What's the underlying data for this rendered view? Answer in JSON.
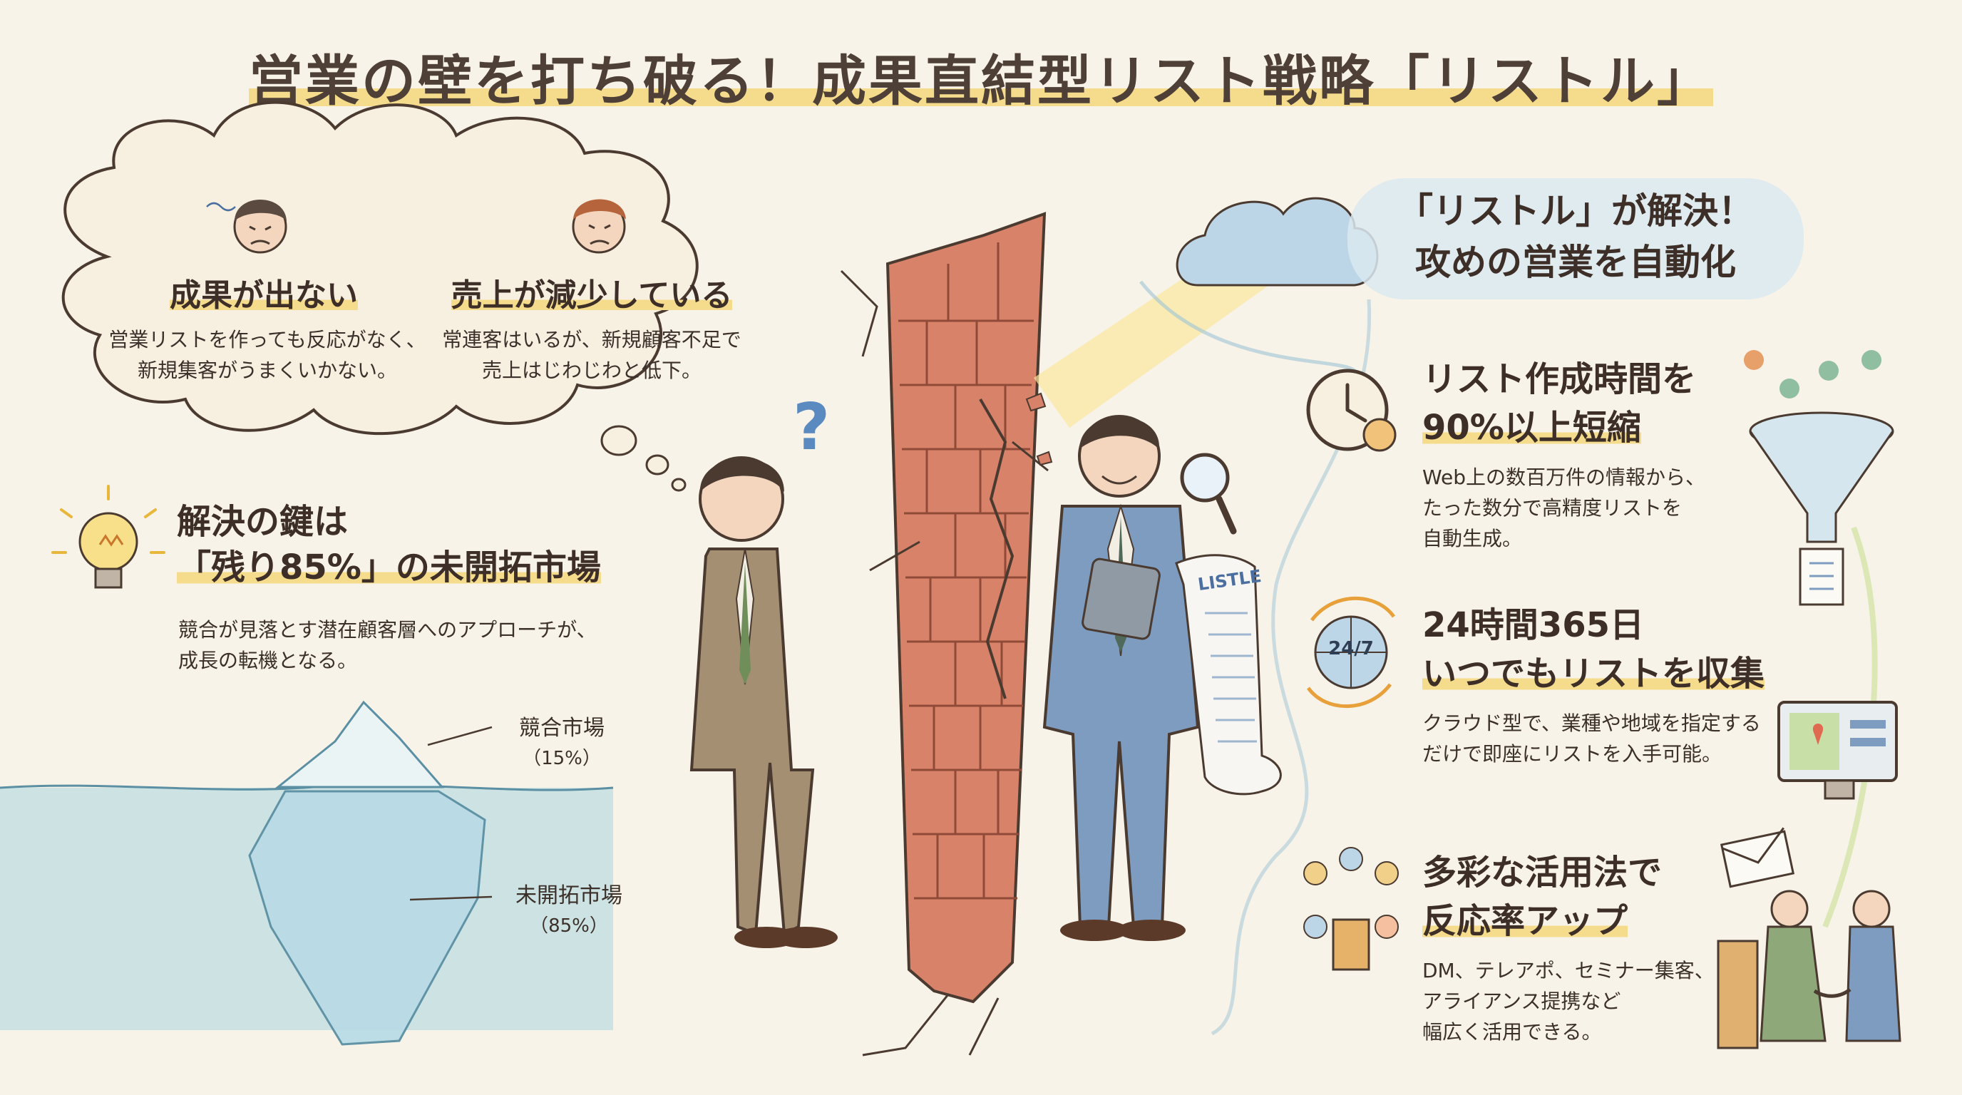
{
  "title": "営業の壁を打ち破る！成果直結型リスト戦略「リストル」",
  "problems": [
    {
      "heading": "成果が出ない",
      "lines": [
        "営業リストを作っても反応がなく、",
        "新規集客がうまくいかない。"
      ]
    },
    {
      "heading": "売上が減少している",
      "lines": [
        "常連客はいるが、新規顧客不足で",
        "売上はじわじわと低下。"
      ]
    }
  ],
  "key": {
    "line1": "解決の鍵は",
    "line2": "「残り85%」の未開拓市場",
    "desc": [
      "競合が見落とす潜在顧客層へのアプローチが、",
      "成長の転機となる。"
    ]
  },
  "iceberg": {
    "tip_label": "競合市場",
    "tip_pct": "（15%）",
    "base_label": "未開拓市場",
    "base_pct": "（85%）"
  },
  "paper_label": "LISTLE",
  "solution": {
    "line1": "「リストル」が解決！",
    "line2": "攻めの営業を自動化"
  },
  "features": [
    {
      "title": [
        "リスト作成時間を",
        "90%以上短縮"
      ],
      "desc": [
        "Web上の数百万件の情報から、",
        "たった数分で高精度リストを",
        "自動生成。"
      ]
    },
    {
      "title": [
        "24時間365日",
        "いつでもリストを収集"
      ],
      "desc": [
        "クラウド型で、業種や地域を指定する",
        "だけで即座にリストを入手可能。"
      ],
      "badge": "24/7"
    },
    {
      "title": [
        "多彩な活用法で",
        "反応率アップ"
      ],
      "desc": [
        "DM、テレアポ、セミナー集客、",
        "アライアンス提携など",
        "幅広く活用できる。"
      ]
    }
  ],
  "colors": {
    "brick": "#d9826a",
    "suit_gray": "#a58f72",
    "suit_blue": "#7d9cc0",
    "water": "#a9d4dc",
    "highlight": "#f5dc8c"
  }
}
